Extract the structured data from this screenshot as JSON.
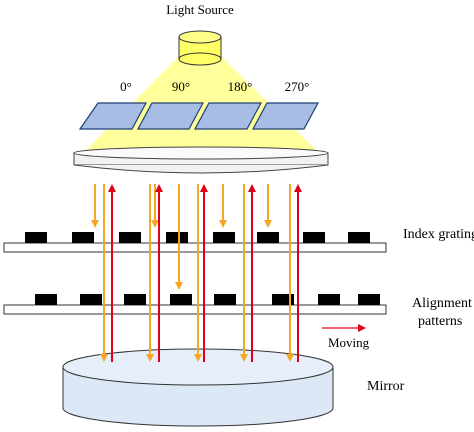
{
  "labels": {
    "light_source": "Light Source",
    "angle_0": "0°",
    "angle_90": "90°",
    "angle_180": "180°",
    "angle_270": "270°",
    "index_gratings": "Index gratings",
    "alignment_line1": "Alignment",
    "alignment_line2": "patterns",
    "moving": "Moving",
    "mirror": "Mirror"
  },
  "colors": {
    "beam_fill": "#ffff9c",
    "source_fill": "#ffff66",
    "polarizer_fill": "#a7bde6",
    "polarizer_edge": "#1f3f73",
    "lens_fill": "#f2f2f2",
    "mirror_fill": "#dce8f5",
    "grating_fill": "#000000",
    "incident_arrow": "#f5a623",
    "reflected_arrow": "#e0001a",
    "moving_arrow": "#e0001a"
  },
  "icons": {
    "light_source": "light-source-icon",
    "polarizer": "polarizer-plate-icon",
    "lens": "collimating-lens-icon",
    "mirror": "mirror-icon"
  }
}
